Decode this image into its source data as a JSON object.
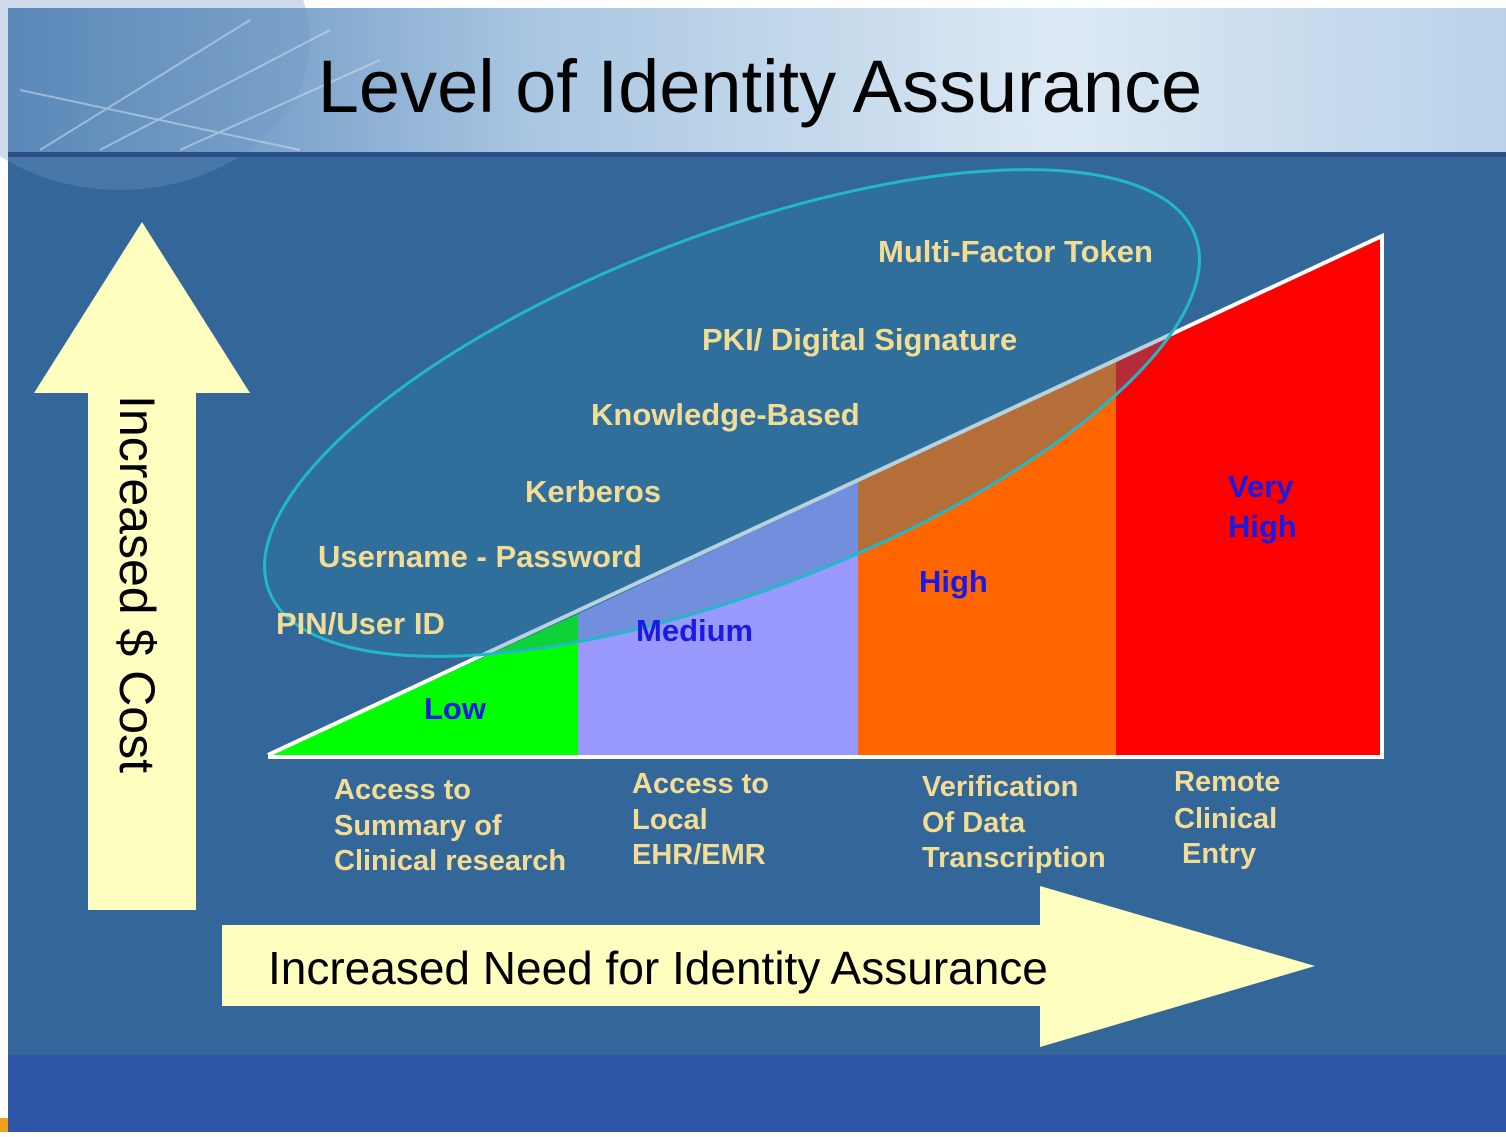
{
  "title": "Level of Identity Assurance",
  "y_axis_label": "Increased $ Cost",
  "x_axis_label": "Increased Need for Identity Assurance",
  "authentication_methods": [
    "PIN/User ID",
    "Username - Password",
    "Kerberos",
    "Knowledge-Based",
    "PKI/ Digital Signature",
    "Multi-Factor Token"
  ],
  "levels": [
    {
      "label": "Low",
      "color": "#00ff00",
      "text_color": "#1a1ae0"
    },
    {
      "label": "Medium",
      "color": "#9999ff",
      "text_color": "#1a1ae0"
    },
    {
      "label": "High",
      "color": "#ff6600",
      "text_color": "#1a1ae0"
    },
    {
      "label_lines": [
        "Very",
        "High"
      ],
      "color": "#ff0000",
      "text_color": "#1a1ae0"
    }
  ],
  "use_cases": [
    [
      "Access to",
      "Summary of",
      "Clinical research"
    ],
    [
      "Access to",
      "Local",
      "EHR/EMR"
    ],
    [
      "Verification",
      "Of Data",
      "Transcription"
    ],
    [
      "Remote",
      "Clinical",
      "Entry"
    ]
  ],
  "colors": {
    "background": "#336699",
    "footer_band": "#2e55a8",
    "arrow_fill": "#ffffc0",
    "label_text": "#f3dc94",
    "ellipse_stroke": "#22b8c8"
  }
}
